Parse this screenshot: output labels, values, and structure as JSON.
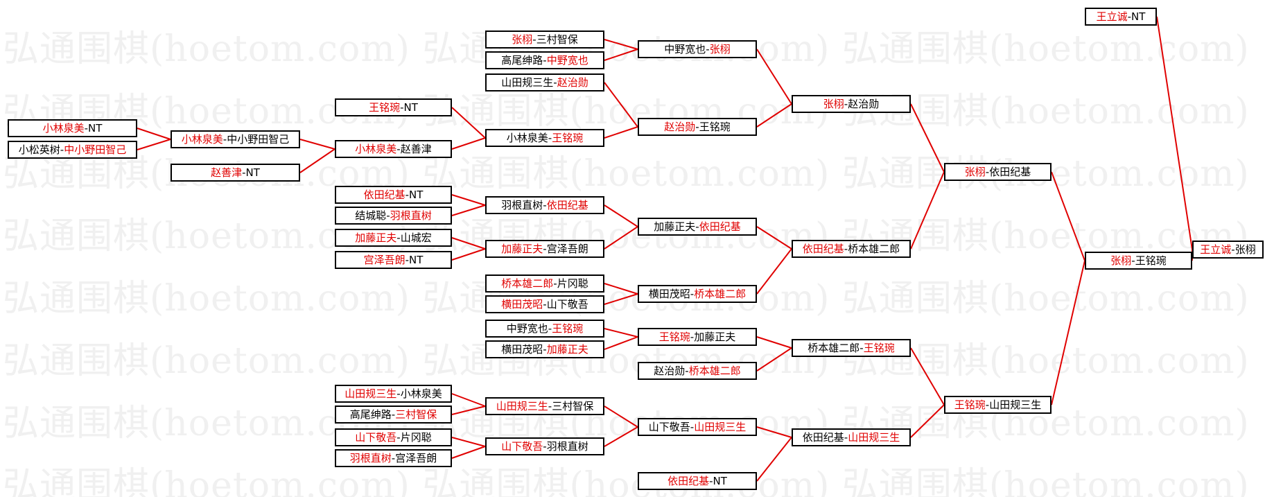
{
  "watermark": "弘通围棋(hoetom.com)",
  "theme": {
    "winner_color": "#e00000",
    "line_color": "#e00000",
    "border_color": "#000000",
    "watermark_color": "#f0f0f0"
  },
  "matches": [
    {
      "id": "a1",
      "a": "小林泉美",
      "b": "NT",
      "winner": "a"
    },
    {
      "id": "a2",
      "a": "小松英树",
      "b": "中小野田智己",
      "winner": "b"
    },
    {
      "id": "b1",
      "a": "王铭琬",
      "b": "NT",
      "winner": "a"
    },
    {
      "id": "b2",
      "a": "小林泉美",
      "b": "中小野田智己",
      "winner": "a"
    },
    {
      "id": "b3",
      "a": "赵善津",
      "b": "NT",
      "winner": "a"
    },
    {
      "id": "b4",
      "a": "依田纪基",
      "b": "NT",
      "winner": "a"
    },
    {
      "id": "b5",
      "a": "结城聪",
      "b": "羽根直树",
      "winner": "b"
    },
    {
      "id": "b6",
      "a": "加藤正夫",
      "b": "山城宏",
      "winner": "a"
    },
    {
      "id": "b7",
      "a": "宫泽吾朗",
      "b": "NT",
      "winner": "a"
    },
    {
      "id": "b8",
      "a": "山田规三生",
      "b": "小林泉美",
      "winner": "a"
    },
    {
      "id": "b9",
      "a": "高尾绅路",
      "b": "三村智保",
      "winner": "b"
    },
    {
      "id": "b10",
      "a": "山下敬吾",
      "b": "片冈聪",
      "winner": "a"
    },
    {
      "id": "b11",
      "a": "羽根直树",
      "b": "宫泽吾朗",
      "winner": "a"
    },
    {
      "id": "c1",
      "a": "张栩",
      "b": "三村智保",
      "winner": "a"
    },
    {
      "id": "c2",
      "a": "高尾绅路",
      "b": "中野宽也",
      "winner": "b"
    },
    {
      "id": "c3",
      "a": "山田规三生",
      "b": "赵治勋",
      "winner": "b"
    },
    {
      "id": "c4",
      "a": "小林泉美",
      "b": "赵善津",
      "winner": "a"
    },
    {
      "id": "c5",
      "a": "羽根直树",
      "b": "依田纪基",
      "winner": "b"
    },
    {
      "id": "c6",
      "a": "加藤正夫",
      "b": "宫泽吾朗",
      "winner": "a"
    },
    {
      "id": "c7",
      "a": "桥本雄二郎",
      "b": "片冈聪",
      "winner": "a"
    },
    {
      "id": "c8",
      "a": "横田茂昭",
      "b": "山下敬吾",
      "winner": "a"
    },
    {
      "id": "c9",
      "a": "中野宽也",
      "b": "王铭琬",
      "winner": "b"
    },
    {
      "id": "c10",
      "a": "横田茂昭",
      "b": "加藤正夫",
      "winner": "b"
    },
    {
      "id": "c11",
      "a": "山田规三生",
      "b": "三村智保",
      "winner": "a"
    },
    {
      "id": "c12",
      "a": "山下敬吾",
      "b": "羽根直树",
      "winner": "a"
    },
    {
      "id": "d1",
      "a": "中野宽也",
      "b": "张栩",
      "winner": "b"
    },
    {
      "id": "d2",
      "a": "小林泉美",
      "b": "王铭琬",
      "winner": "b"
    },
    {
      "id": "d3",
      "a": "赵治勋",
      "b": "王铭琬",
      "winner": "a"
    },
    {
      "id": "d4",
      "a": "羽根直树",
      "b": "依田纪基",
      "winner": "b"
    },
    {
      "id": "d5",
      "a": "加藤正夫",
      "b": "依田纪基",
      "winner": "b"
    },
    {
      "id": "d6",
      "a": "横田茂昭",
      "b": "桥本雄二郎",
      "winner": "b"
    },
    {
      "id": "d7",
      "a": "王铭琬",
      "b": "加藤正夫",
      "winner": "a"
    },
    {
      "id": "d8",
      "a": "赵治勋",
      "b": "桥本雄二郎",
      "winner": "b"
    },
    {
      "id": "d9",
      "a": "山下敬吾",
      "b": "山田规三生",
      "winner": "b"
    },
    {
      "id": "d10",
      "a": "依田纪基",
      "b": "NT",
      "winner": "a"
    },
    {
      "id": "e1",
      "a": "张栩",
      "b": "赵治勋",
      "winner": "a"
    },
    {
      "id": "e2",
      "a": "依田纪基",
      "b": "桥本雄二郎",
      "winner": "a"
    },
    {
      "id": "e3",
      "a": "桥本雄二郎",
      "b": "王铭琬",
      "winner": "b"
    },
    {
      "id": "e4",
      "a": "依田纪基",
      "b": "山田规三生",
      "winner": "b"
    },
    {
      "id": "f1",
      "a": "张栩",
      "b": "依田纪基",
      "winner": "a"
    },
    {
      "id": "f2",
      "a": "王铭琬",
      "b": "山田规三生",
      "winner": "a"
    },
    {
      "id": "g1",
      "a": "张栩",
      "b": "王铭琬",
      "winner": "a"
    },
    {
      "id": "h1",
      "a": "王立诚",
      "b": "NT",
      "winner": "a"
    },
    {
      "id": "h2",
      "a": "王立诚",
      "b": "张栩",
      "winner": "a"
    }
  ]
}
